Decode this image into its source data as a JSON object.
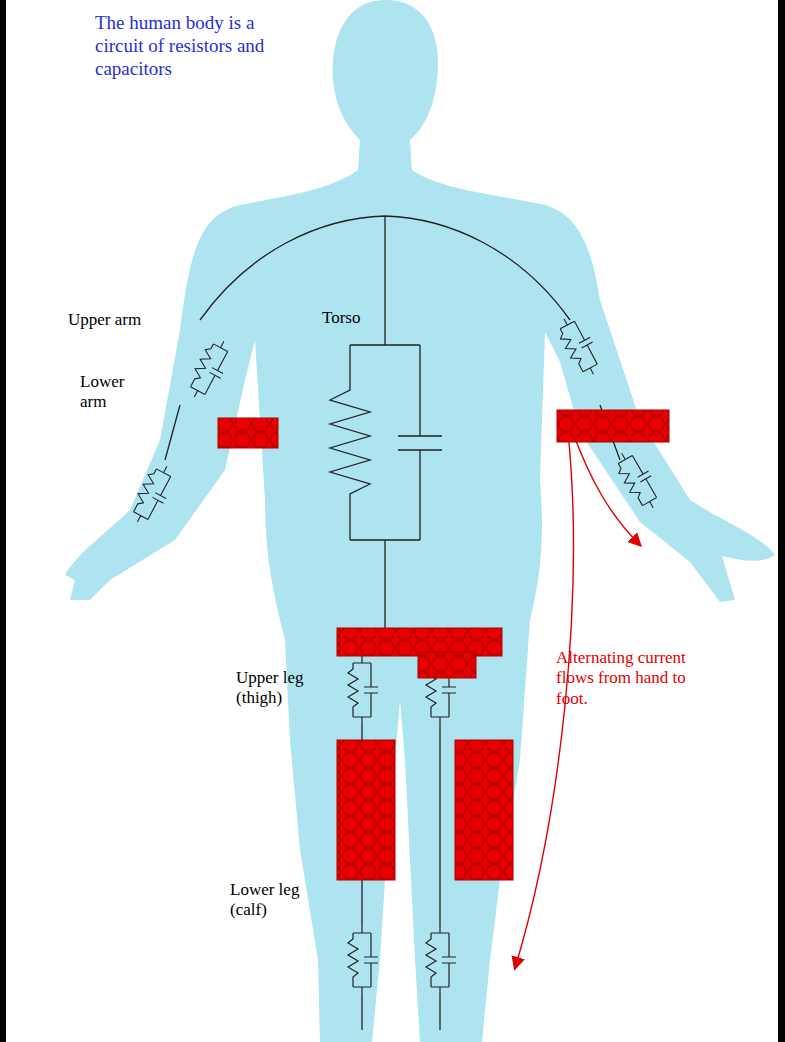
{
  "diagram": {
    "title": "The human body is a circuit of resistors and capacitors",
    "labels": [
      "Upper arm",
      "Torso",
      "Lower arm",
      "Upper leg (thigh)",
      "Lower leg (calf)",
      "Alternating current flows from hand to foot."
    ]
  }
}
